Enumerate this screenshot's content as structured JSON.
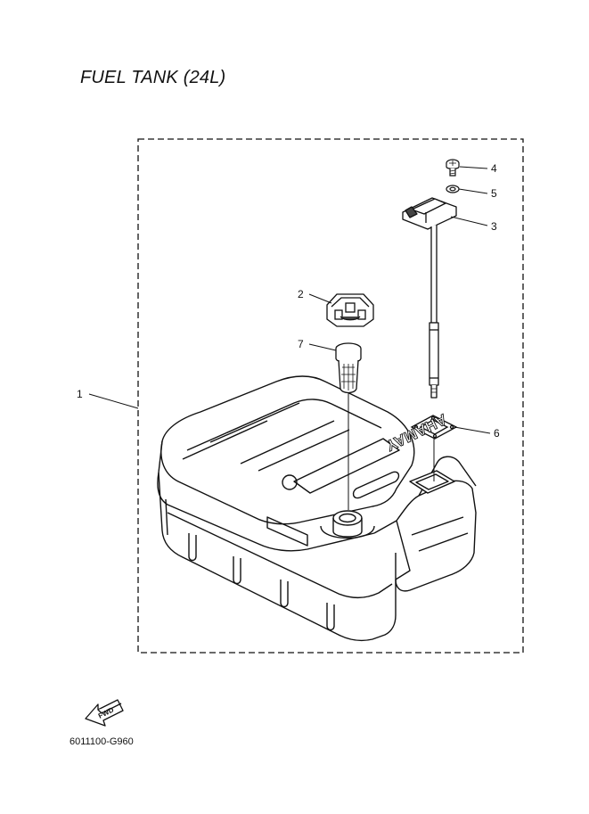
{
  "title": "FUEL TANK (24L)",
  "brand_embossed": "YAMAHA",
  "fwd_label": "FWD",
  "part_code": "6011100-G960",
  "callouts": [
    {
      "number": "1"
    },
    {
      "number": "2"
    },
    {
      "number": "3"
    },
    {
      "number": "4"
    },
    {
      "number": "5"
    },
    {
      "number": "6"
    },
    {
      "number": "7"
    }
  ]
}
